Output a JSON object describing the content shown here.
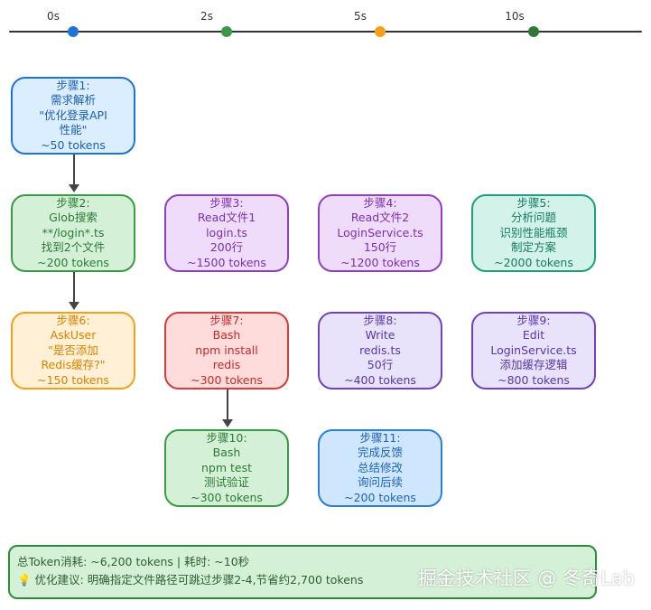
{
  "timeline": {
    "ticks": [
      {
        "label": "0s",
        "color": "#1e73d6"
      },
      {
        "label": "2s",
        "color": "#3a9a45"
      },
      {
        "label": "5s",
        "color": "#f59f1a"
      },
      {
        "label": "10s",
        "color": "#2b7b35"
      }
    ]
  },
  "steps": [
    {
      "lines": [
        "步骤1:",
        "需求解析",
        "\"优化登录API",
        "性能\"",
        "~50 tokens"
      ],
      "color": "blue"
    },
    {
      "lines": [
        "步骤2:",
        "Glob搜索",
        "**/login*.ts",
        "找到2个文件",
        "~200 tokens"
      ],
      "color": "green"
    },
    {
      "lines": [
        "步骤3:",
        "Read文件1",
        "login.ts",
        "200行",
        "~1500 tokens"
      ],
      "color": "purple"
    },
    {
      "lines": [
        "步骤4:",
        "Read文件2",
        "LoginService.ts",
        "150行",
        "~1200 tokens"
      ],
      "color": "purple"
    },
    {
      "lines": [
        "步骤5:",
        "分析问题",
        "识别性能瓶颈",
        "制定方案",
        "~2000 tokens"
      ],
      "color": "teal"
    },
    {
      "lines": [
        "步骤6:",
        "AskUser",
        "\"是否添加",
        "Redis缓存?\"",
        "~150 tokens"
      ],
      "color": "orange"
    },
    {
      "lines": [
        "步骤7:",
        "Bash",
        "npm install",
        "redis",
        "~300 tokens"
      ],
      "color": "red"
    },
    {
      "lines": [
        "步骤8:",
        "Write",
        "redis.ts",
        "50行",
        "~400 tokens"
      ],
      "color": "lavender"
    },
    {
      "lines": [
        "步骤9:",
        "Edit",
        "LoginService.ts",
        "添加缓存逻辑",
        "~800 tokens"
      ],
      "color": "lavender"
    },
    {
      "lines": [
        "步骤10:",
        "Bash",
        "npm test",
        "测试验证",
        "~300 tokens"
      ],
      "color": "green"
    },
    {
      "lines": [
        "步骤11:",
        "完成反馈",
        "总结修改",
        "询问后续",
        "~200 tokens"
      ],
      "color": "sky"
    }
  ],
  "summary": {
    "line1": "总Token消耗: ~6,200 tokens  |  耗时: ~10秒",
    "tip_icon": "lightbulb-icon",
    "line2": "💡 优化建议: 明确指定文件路径可跳过步骤2-4,节省约2,700 tokens"
  },
  "watermark": "掘金技术社区 @ 冬奇Lab"
}
